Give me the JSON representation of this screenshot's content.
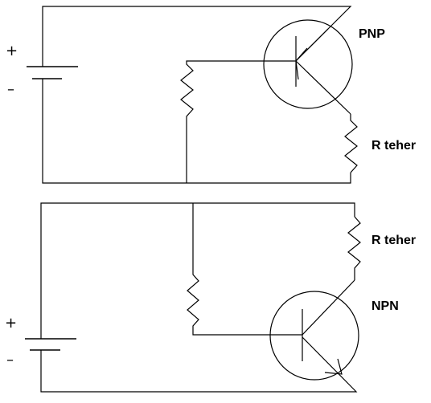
{
  "top_circuit": {
    "transistor_label": "PNP",
    "load_label": "R teher",
    "battery_plus": "+",
    "battery_minus": "–"
  },
  "bottom_circuit": {
    "transistor_label": "NPN",
    "load_label": "R teher",
    "battery_plus": "+",
    "battery_minus": "–"
  }
}
